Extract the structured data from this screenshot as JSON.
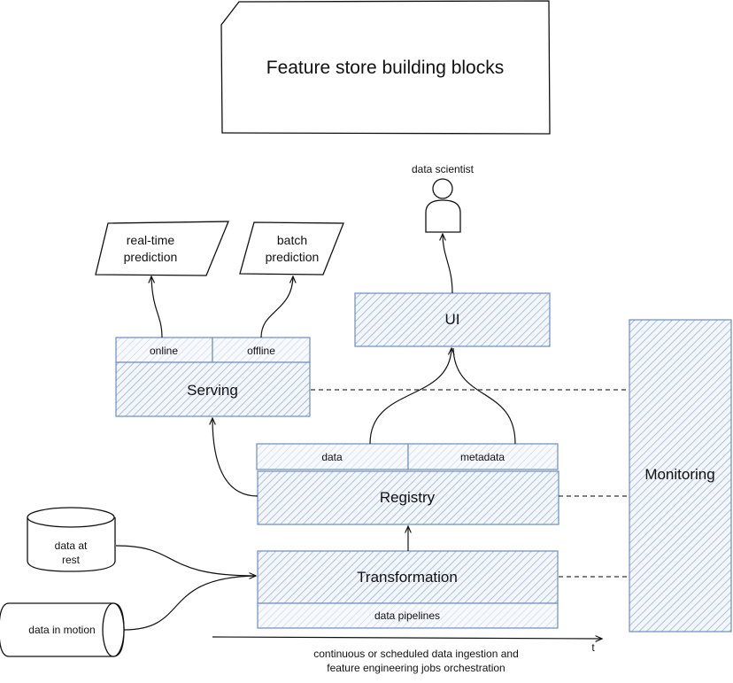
{
  "title": "Feature store building blocks",
  "actor": {
    "label": "data scientist"
  },
  "outputs": {
    "realtime": [
      "real-time",
      "prediction"
    ],
    "batch": [
      "batch",
      "prediction"
    ]
  },
  "ui": {
    "label": "UI"
  },
  "serving": {
    "label": "Serving",
    "online": "online",
    "offline": "offline"
  },
  "registry": {
    "label": "Registry",
    "data": "data",
    "metadata": "metadata"
  },
  "transformation": {
    "label": "Transformation",
    "pipelines": "data pipelines"
  },
  "monitoring": {
    "label": "Monitoring"
  },
  "sources": {
    "at_rest": [
      "data at",
      "rest"
    ],
    "in_motion": "data in motion"
  },
  "timeline": {
    "axis": "t",
    "caption": [
      "continuous or scheduled data ingestion and",
      "feature engineering jobs orchestration"
    ]
  },
  "colors": {
    "box_stroke": "#6c8ebf",
    "hatch": "#9fb4d6"
  }
}
